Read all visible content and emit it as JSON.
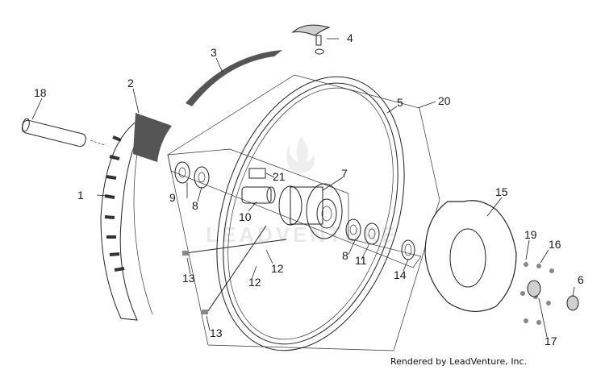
{
  "diagram": {
    "type": "exploded-parts-diagram",
    "callouts": [
      "1",
      "2",
      "3",
      "4",
      "5",
      "6",
      "7",
      "8",
      "8",
      "9",
      "10",
      "11",
      "12",
      "12",
      "13",
      "13",
      "14",
      "15",
      "16",
      "17",
      "18",
      "19",
      "20",
      "21"
    ],
    "credit": "Rendered by LeadVenture, Inc.",
    "watermark": "LEADVENTURE"
  }
}
